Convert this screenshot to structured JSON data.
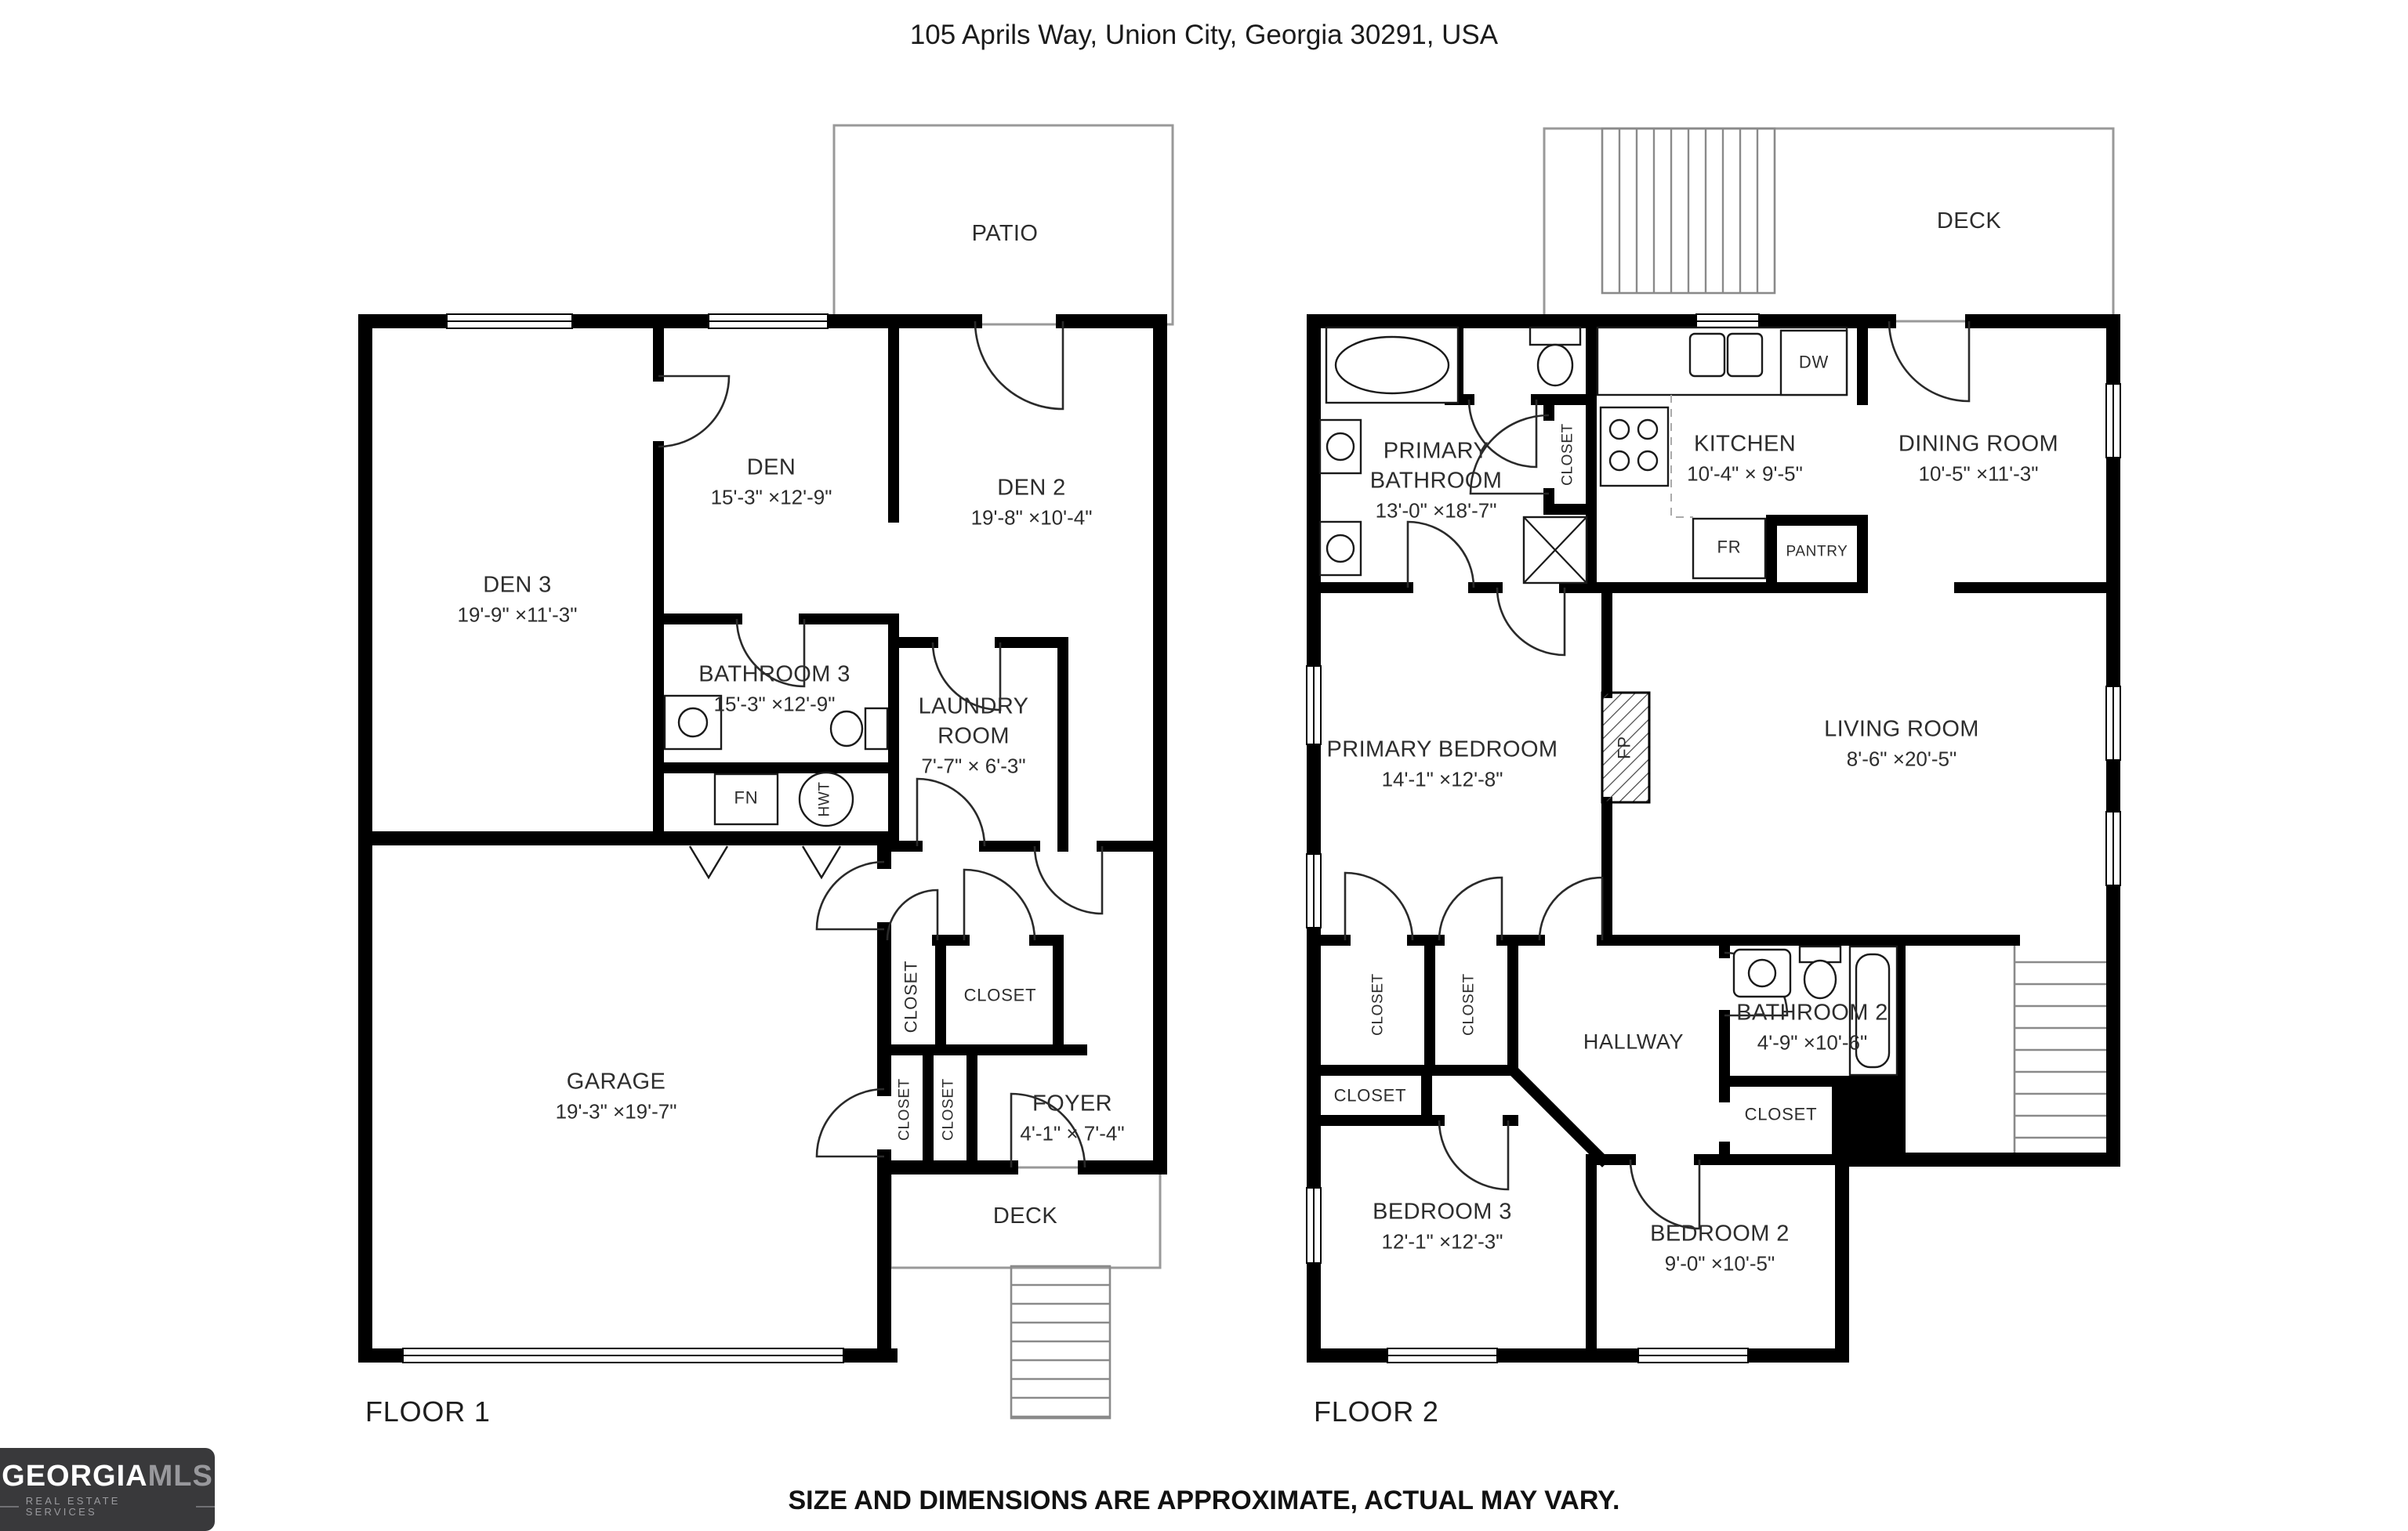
{
  "header": {
    "address": "105 Aprils Way, Union City, Georgia 30291, USA"
  },
  "footer": {
    "disclaimer": "SIZE AND DIMENSIONS ARE APPROXIMATE, ACTUAL MAY VARY."
  },
  "logo": {
    "brand": "GEORGIA",
    "brand_suffix": "MLS",
    "tagline": "REAL ESTATE SERVICES"
  },
  "floor1": {
    "title": "FLOOR 1",
    "outdoor": {
      "patio": "PATIO",
      "deck": "DECK"
    },
    "features": {
      "fn": "FN",
      "hwt": "HWT",
      "closet": "CLOSET"
    },
    "rooms": {
      "den": {
        "name": "DEN",
        "dims": "15'-3\" ×12'-9\""
      },
      "den2": {
        "name": "DEN 2",
        "dims": "19'-8\" ×10'-4\""
      },
      "den3": {
        "name": "DEN 3",
        "dims": "19'-9\" ×11'-3\""
      },
      "bathroom3": {
        "name": "BATHROOM 3",
        "dims": "15'-3\" ×12'-9\""
      },
      "laundry": {
        "name": "LAUNDRY ROOM",
        "dims": "7'-7\" × 6'-3\""
      },
      "foyer": {
        "name": "FOYER",
        "dims": "4'-1\" × 7'-4\""
      },
      "garage": {
        "name": "GARAGE",
        "dims": "19'-3\" ×19'-7\""
      }
    }
  },
  "floor2": {
    "title": "FLOOR 2",
    "outdoor": {
      "deck": "DECK"
    },
    "features": {
      "dw": "DW",
      "fr": "FR",
      "pantry": "PANTRY",
      "fp": "FP",
      "closet": "CLOSET",
      "hallway": "HALLWAY"
    },
    "rooms": {
      "primary_bathroom": {
        "name": "PRIMARY BATHROOM",
        "dims": "13'-0\" ×18'-7\""
      },
      "kitchen": {
        "name": "KITCHEN",
        "dims": "10'-4\" × 9'-5\""
      },
      "dining": {
        "name": "DINING ROOM",
        "dims": "10'-5\" ×11'-3\""
      },
      "primary_bedroom": {
        "name": "PRIMARY BEDROOM",
        "dims": "14'-1\" ×12'-8\""
      },
      "living": {
        "name": "LIVING ROOM",
        "dims": "8'-6\" ×20'-5\""
      },
      "bathroom2": {
        "name": "BATHROOM 2",
        "dims": "4'-9\" ×10'-6\""
      },
      "bedroom3": {
        "name": "BEDROOM 3",
        "dims": "12'-1\" ×12'-3\""
      },
      "bedroom2": {
        "name": "BEDROOM 2",
        "dims": "9'-0\" ×10'-5\""
      }
    }
  }
}
